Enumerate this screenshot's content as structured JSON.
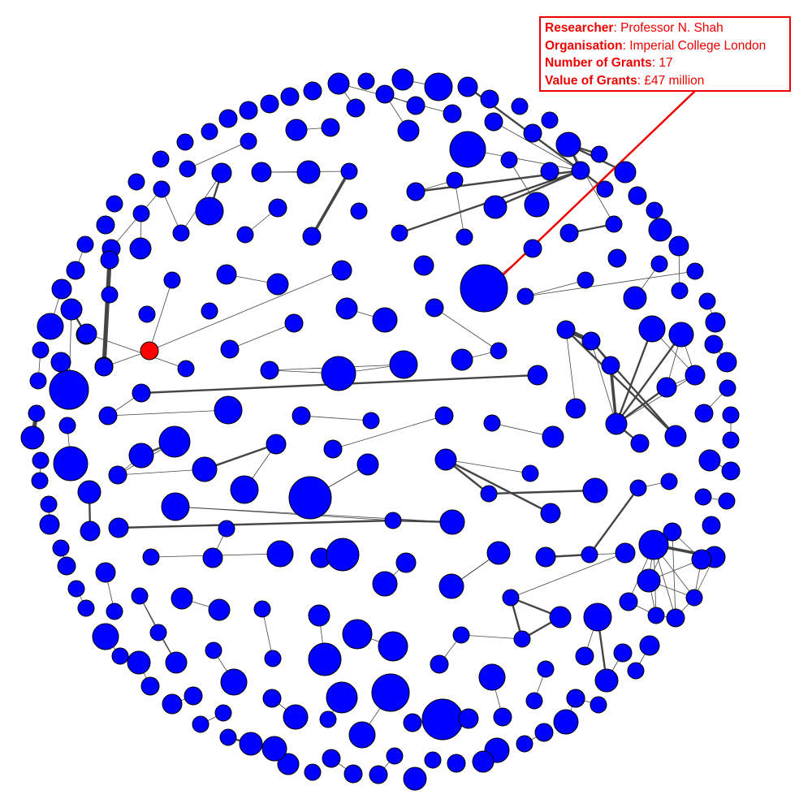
{
  "colors": {
    "node": "#0000ff",
    "highlight": "#ff0000",
    "edge": "#454545",
    "tooltip": "#ee0000"
  },
  "tooltip": {
    "researcher_label": "Researcher",
    "researcher": "Professor N. Shah",
    "organisation_label": "Organisation",
    "organisation": "Imperial College London",
    "grants_label": "Number of Grants",
    "grants": "17",
    "value_label": "Value of Grants",
    "value": "£47 million"
  }
}
